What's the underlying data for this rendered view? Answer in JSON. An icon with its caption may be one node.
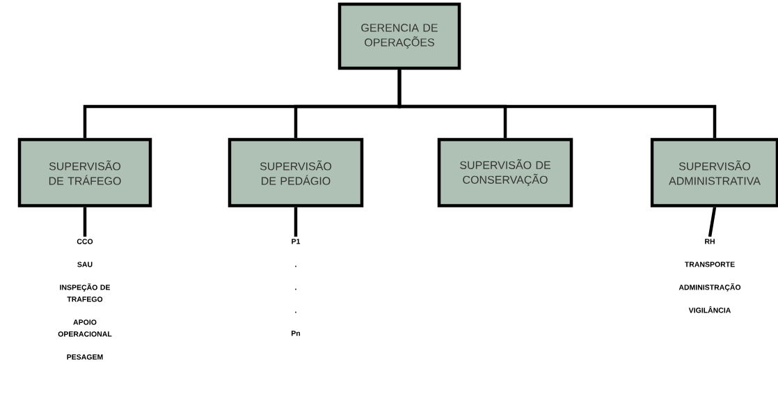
{
  "diagram": {
    "nodes": [
      {
        "text": [
          "GERENCIA DE OPERAÇÕES"
        ]
      },
      {
        "text": [
          "SUPERVISÃO DE TRÁFEGO"
        ]
      },
      {
        "text": [
          "SUPERVISÃO DE PEDÁGIO"
        ]
      },
      {
        "text": [
          "SUPERVISÃO DE CONSERVAÇÃO"
        ]
      },
      {
        "text": [
          "SUPERVISÃO ADMINISTRATIVA"
        ]
      },
      {
        "text": [
          "CCO",
          "SAU",
          "INSPEÇÃO DE TRAFEGO",
          "APOIO OPERACIONAL",
          "PESAGEM"
        ]
      },
      {
        "text": [
          "P1",
          ".",
          ".",
          ".",
          "Pn"
        ]
      },
      {
        "text": [
          "RH",
          "TRANSPORTE",
          "ADMINISTRAÇÃO",
          "VIGILÂNCIA"
        ]
      }
    ],
    "edges": [
      {
        "from": 0,
        "to": 1,
        "arrow": "none"
      },
      {
        "from": 0,
        "to": 2,
        "arrow": "none"
      },
      {
        "from": 0,
        "to": 3,
        "arrow": "none"
      },
      {
        "from": 0,
        "to": 4,
        "arrow": "none"
      },
      {
        "from": 1,
        "to": 5,
        "arrow": "none"
      },
      {
        "from": 2,
        "to": 6,
        "arrow": "none"
      },
      {
        "from": 4,
        "to": 7,
        "arrow": "none"
      }
    ]
  }
}
